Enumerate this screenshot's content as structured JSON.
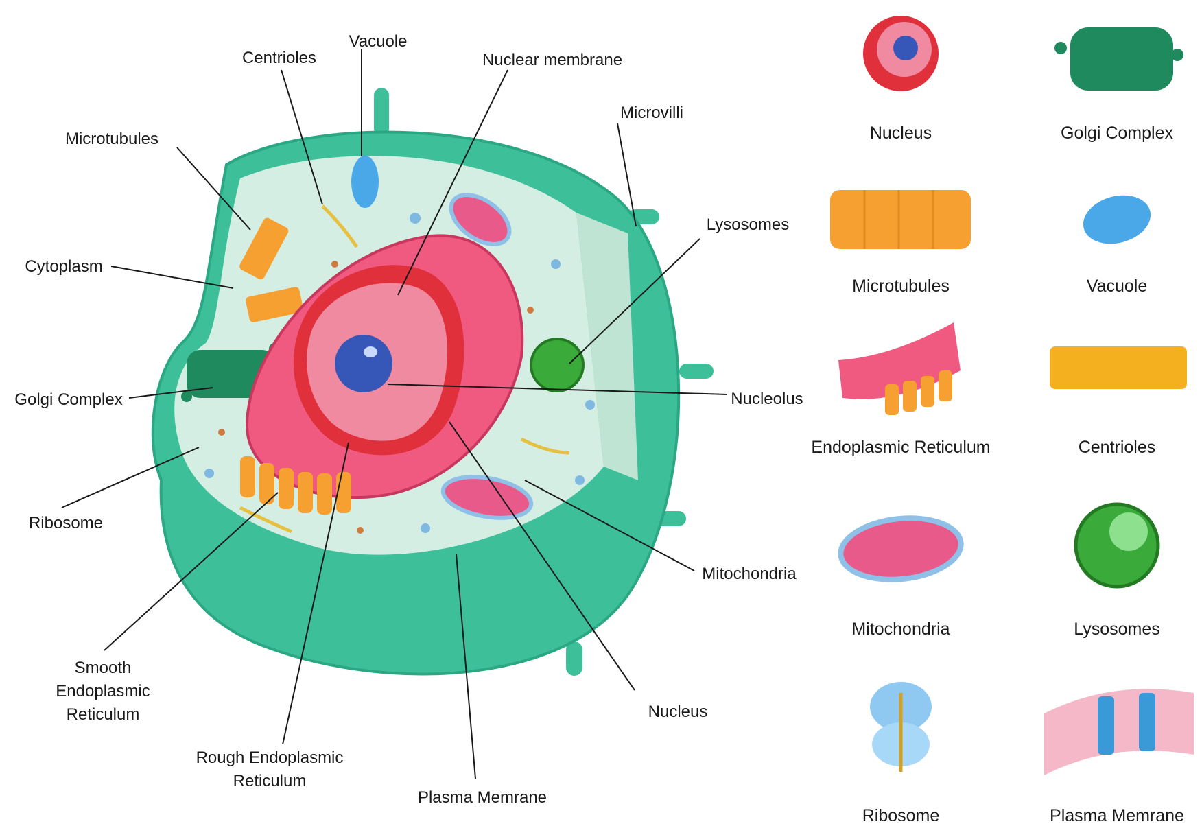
{
  "diagram": {
    "labels": {
      "centrioles": "Centrioles",
      "vacuole": "Vacuole",
      "nuclear_membrane": "Nuclear membrane",
      "microvilli": "Microvilli",
      "microtubules": "Microtubules",
      "lysosomes": "Lysosomes",
      "cytoplasm": "Cytoplasm",
      "golgi_complex": "Golgi Complex",
      "nucleolus": "Nucleolus",
      "ribosome": "Ribosome",
      "mitochondria": "Mitochondria",
      "smooth_er_line1": "Smooth",
      "smooth_er_line2": "Endoplasmic",
      "smooth_er_line3": "Reticulum",
      "nucleus": "Nucleus",
      "rough_er_line1": "Rough Endoplasmic",
      "rough_er_line2": "Reticulum",
      "plasma_membrane": "Plasma Memrane"
    }
  },
  "legend": {
    "nucleus": "Nucleus",
    "golgi_complex": "Golgi Complex",
    "microtubules": "Microtubules",
    "vacuole": "Vacuole",
    "endoplasmic_reticulum": "Endoplasmic Reticulum",
    "centrioles": "Centrioles",
    "mitochondria": "Mitochondria",
    "lysosomes": "Lysosomes",
    "ribosome": "Ribosome",
    "plasma_membrane": "Plasma Memrane"
  },
  "colors": {
    "membrane": "#3dbf9a",
    "cytoplasm": "#d4eee3",
    "nucleus_envelope": "#e0303c",
    "nucleoplasm": "#f08aa0",
    "nucleolus": "#3656b8",
    "golgi": "#1f8a5e",
    "microtubule": "#f5a030",
    "mitochondria": "#e85a8a",
    "lysosome": "#3aaa3a",
    "vacuole": "#4aa8e8"
  }
}
